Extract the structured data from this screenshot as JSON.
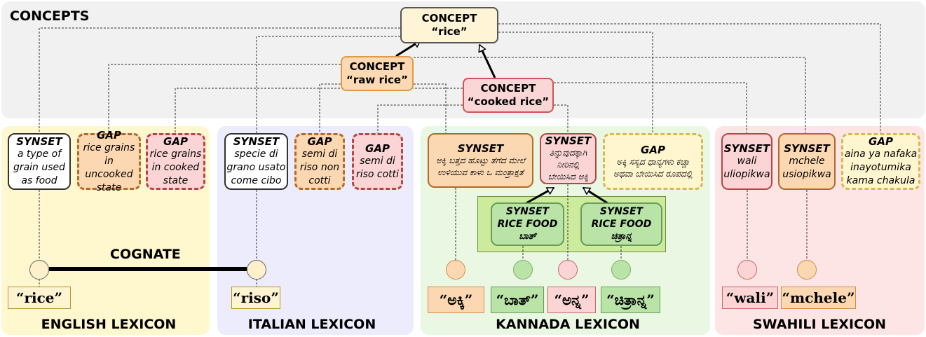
{
  "concepts_panel": {
    "title": "CONCEPTS"
  },
  "concepts": {
    "root": {
      "head": "CONCEPT",
      "body": "“rice”"
    },
    "raw": {
      "head": "CONCEPT",
      "body": "“raw rice”"
    },
    "cooked": {
      "head": "CONCEPT",
      "body": "“cooked rice”"
    }
  },
  "english": {
    "title": "ENGLISH LEXICON",
    "synset": {
      "head": "SYNSET",
      "body": "a type of grain used as food"
    },
    "gap1": {
      "head": "GAP",
      "body": "rice grains in uncooked state"
    },
    "gap2": {
      "head": "GAP",
      "body": "rice grains in cooked state"
    },
    "word": "“rice”"
  },
  "italian": {
    "title": "ITALIAN LEXICON",
    "synset": {
      "head": "SYNSET",
      "body": "specie di grano usato come cibo"
    },
    "gap1": {
      "head": "GAP",
      "body": "semi di riso non cotti"
    },
    "gap2": {
      "head": "GAP",
      "body": "semi di riso cotti"
    },
    "word": "“riso”"
  },
  "cognate": {
    "label": "COGNATE"
  },
  "kannada": {
    "title": "KANNADA LEXICON",
    "synset1": {
      "head": "SYNSET",
      "body": "ಅಕ್ಕಿ ಬತ್ತದ ಹೊಟ್ಟು ತೆಗೆದ ಮೇಲೆ ಉಳಿಯುವ ಕಾಳು ಒ ಮಂತ್ರಾಕ್ಷತೆ"
    },
    "synset2": {
      "head": "SYNSET",
      "body": "ತಿನ್ನುವುದಕ್ಕಾಗಿ ನೀರಿನಲ್ಲಿ ಬೇಯಿಸಿದ ಅಕ್ಕಿ"
    },
    "gap": {
      "head": "GAP",
      "body": "ಅಕ್ಕಿ ಸಸ್ಯದ ಧಾನ್ಯಗಳು ಕಚ್ಚಾ ಅಥವಾ ಬೇಯಿಸಿದ ರೂಪದಲ್ಲಿ"
    },
    "sub1": {
      "head": "SYNSET",
      "line2": "RICE FOOD",
      "line3": "ಬಾತ್"
    },
    "sub2": {
      "head": "SYNSET",
      "line2": "RICE FOOD",
      "line3": "ಚಿತ್ರಾನ್ನ"
    },
    "words": [
      "“ಅಕ್ಕಿ”",
      "“ಬಾತ್”",
      "“ಅನ್ನ”",
      "“ಚಿತ್ರಾನ್ನ”"
    ]
  },
  "swahili": {
    "title": "SWAHILI LEXICON",
    "synset1": {
      "head": "SYNSET",
      "body": "wali uliopikwa"
    },
    "synset2": {
      "head": "SYNSET",
      "body": "mchele usiopikwa"
    },
    "gap": {
      "head": "GAP",
      "body": "aina ya nafaka inayotumika kama chakula"
    },
    "words": [
      "“wali”",
      "“mchele”"
    ]
  }
}
